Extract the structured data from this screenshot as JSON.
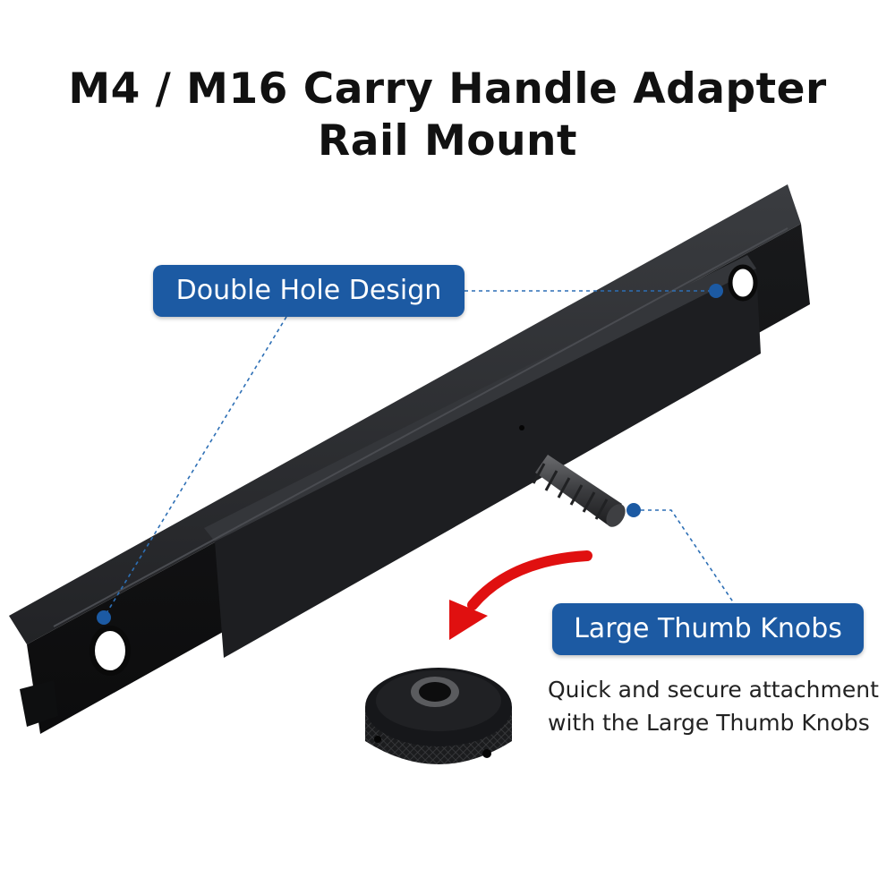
{
  "heading": {
    "line1": "M4 / M16 Carry Handle Adapter",
    "line2": "Rail Mount"
  },
  "callouts": {
    "double_hole": "Double Hole Design",
    "thumb_knobs": "Large Thumb Knobs"
  },
  "description": {
    "line1": "Quick and secure attachment",
    "line2": "with the Large Thumb Knobs"
  },
  "colors": {
    "callout_bg": "#1c5aa3",
    "arrow": "#e01010",
    "product": "#1a1b1d"
  },
  "icons": [
    "curved-arrow-icon"
  ]
}
